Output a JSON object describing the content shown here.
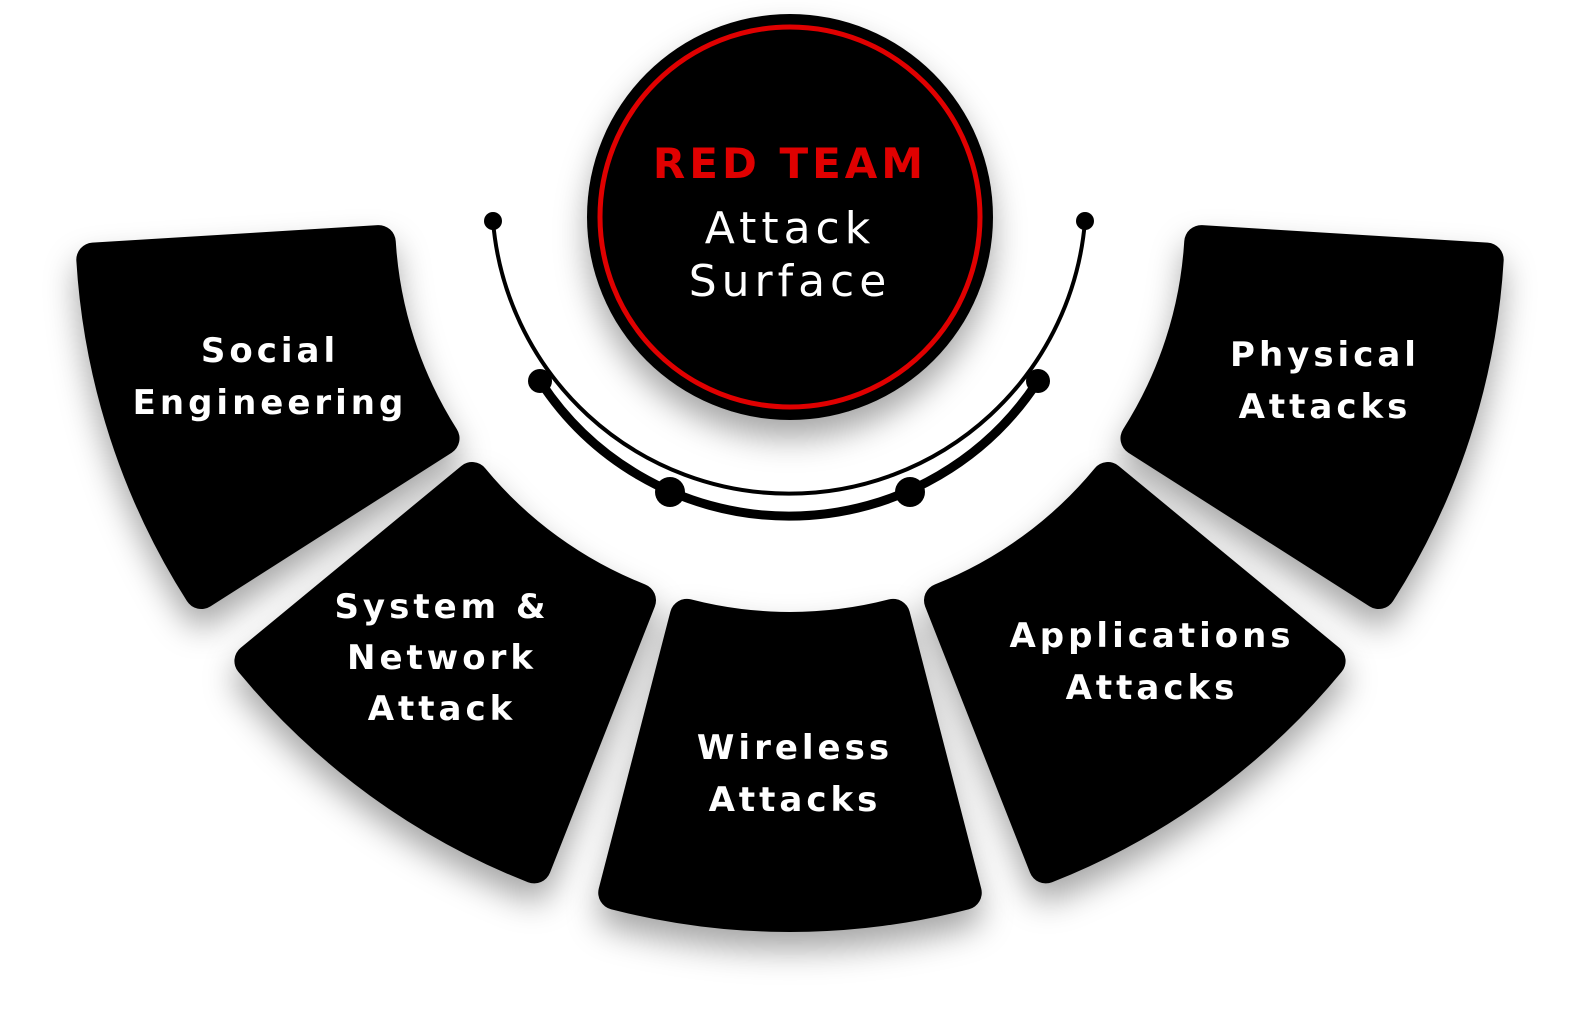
{
  "center": {
    "title": "RED TEAM",
    "subtitle_line1": "Attack",
    "subtitle_line2": "Surface"
  },
  "segments": [
    {
      "line1": "Social",
      "line2": "Engineering"
    },
    {
      "line1": "System &",
      "line2": "Network",
      "line3": "Attack"
    },
    {
      "line1": "Wireless",
      "line2": "Attacks"
    },
    {
      "line1": "Applications",
      "line2": "Attacks"
    },
    {
      "line1": "Physical",
      "line2": "Attacks"
    }
  ],
  "colors": {
    "accent": "#e00000",
    "segment": "#000000",
    "text": "#ffffff"
  }
}
